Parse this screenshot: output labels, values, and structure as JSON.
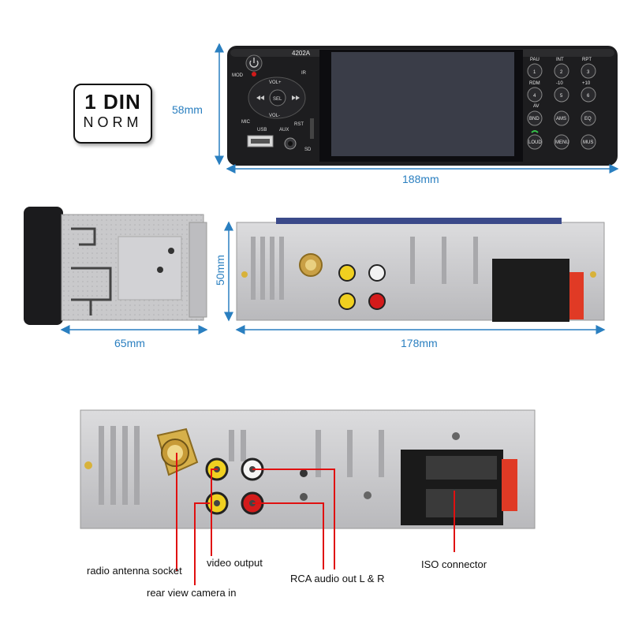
{
  "badge": {
    "line1": "1 DIN",
    "line2": "NORM"
  },
  "dimensions": {
    "height_front": "58mm",
    "width_front": "188mm",
    "depth_side": "65mm",
    "height_rear": "50mm",
    "width_rear": "178mm"
  },
  "front_panel": {
    "model": "4202A",
    "mod_label": "MOD",
    "ir_label": "IR",
    "vol_up": "VOL+",
    "vol_down": "VOL-",
    "sel": "SEL",
    "mic": "MIC",
    "usb": "USB",
    "aux": "AUX",
    "rst": "RST",
    "sd": "SD",
    "key_labels": [
      "PAU",
      "INT",
      "RPT",
      "RDM",
      "-10",
      "+10",
      "AV"
    ],
    "key_numbers": [
      "1",
      "2",
      "3",
      "4",
      "5",
      "6"
    ],
    "key_text_buttons": [
      "BND",
      "AMS",
      "EQ",
      "LOUD",
      "MENU",
      "MUS"
    ]
  },
  "callouts": {
    "radio_antenna": "radio antenna socket",
    "video_output": "video output",
    "rear_camera": "rear view camera in",
    "rca_audio": "RCA audio out L & R",
    "iso_connector": "ISO connector"
  },
  "colors": {
    "dimension": "#2a7fc0",
    "callout_line": "#e01010",
    "chassis": "#c8c8ca"
  }
}
